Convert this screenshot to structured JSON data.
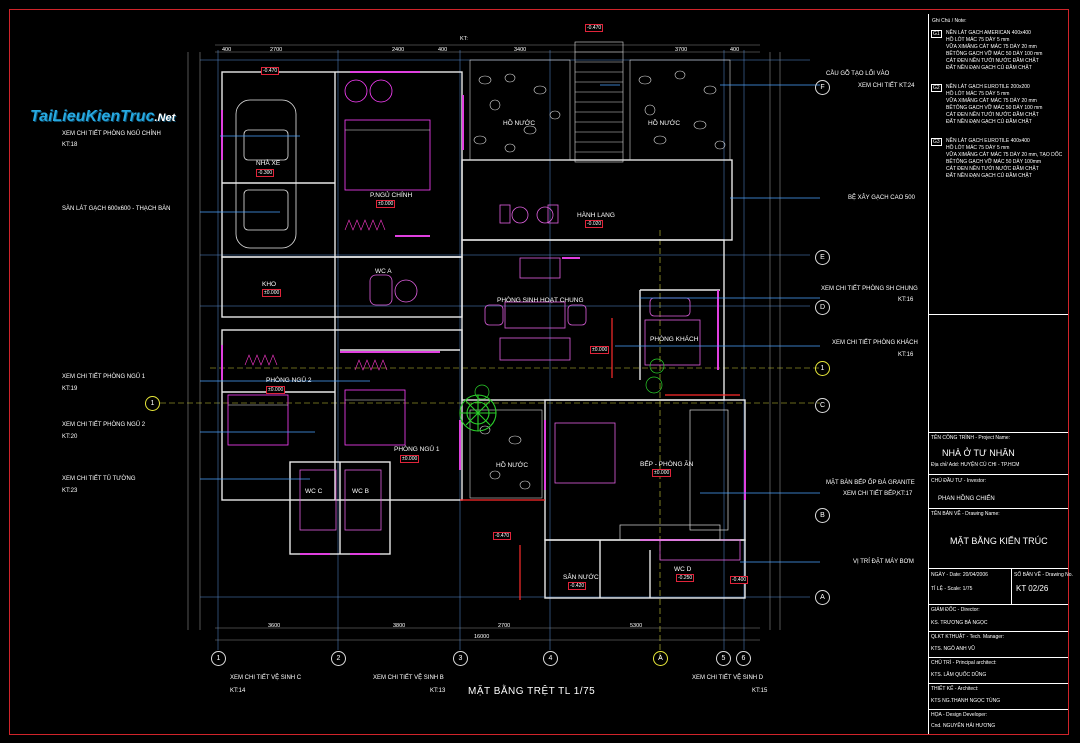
{
  "logo": {
    "text": "TaiLieuKienTruc",
    "suffix": ".Net"
  },
  "plan_title": "MẶT BẰNG TRỆT  TL 1/75",
  "left_refs": [
    {
      "title": "XEM CHI TIẾT PHÒNG NGỦ CHÍNH",
      "kt": "KT:18"
    },
    {
      "title": "SÀN LÁT GẠCH 600x600 - THẠCH BÀN",
      "kt": ""
    },
    {
      "title": "XEM CHI TIẾT PHÒNG NGỦ 1",
      "kt": "KT:19"
    },
    {
      "title": "XEM CHI TIẾT PHÒNG NGỦ 2",
      "kt": "KT:20"
    },
    {
      "title": "XEM CHI TIẾT TỦ TƯỜNG",
      "kt": "KT:23"
    }
  ],
  "right_refs": [
    {
      "title": "CẦU GỖ TẠO LỐI VÀO",
      "kt": ""
    },
    {
      "title": "XEM CHI TIẾT KT:24",
      "kt": ""
    },
    {
      "title": "BỆ XÂY GẠCH CAO 500",
      "kt": ""
    },
    {
      "title": "XEM CHI TIẾT PHÒNG SH CHUNG",
      "kt": "KT:16"
    },
    {
      "title": "XEM CHI TIẾT PHÒNG KHÁCH",
      "kt": "KT:16"
    },
    {
      "title": "MẶT BÀN BẾP ỐP ĐÁ GRANITE",
      "kt": ""
    },
    {
      "title": "XEM CHI TIẾT BẾP,KT:17",
      "kt": ""
    },
    {
      "title": "VỊ TRÍ ĐẶT MÁY BƠM",
      "kt": ""
    }
  ],
  "bottom_refs": [
    {
      "title": "XEM CHI TIẾT VỆ SINH C",
      "kt": "KT:14"
    },
    {
      "title": "XEM CHI TIẾT VỆ SINH B",
      "kt": "KT:13"
    },
    {
      "title": "XEM CHI TIẾT VỆ SINH D",
      "kt": "KT:15"
    }
  ],
  "rooms": {
    "garage": "NHÀ XE",
    "master": "P.NGỦ CHÍNH",
    "wca": "WC A",
    "storage": "KHO",
    "bed2": "PHÒNG NGỦ 2",
    "bed1": "PHÒNG NGỦ 1",
    "wcc": "WC C",
    "wcb": "WC B",
    "pond1": "HỒ NƯỚC",
    "pond2": "HỒ NƯỚC",
    "corridor": "HÀNH LANG",
    "living": "PHÒNG SINH HOẠT CHUNG",
    "guest": "PHÒNG KHÁCH",
    "pond3": "HỒ NƯỚC",
    "kitchen": "BẾP - PHÒNG ĂN",
    "yard": "SÂN NƯỚC",
    "wcd": "WC D"
  },
  "levels": [
    "-0.470",
    "-0.300",
    "±0.000",
    "±0.000",
    "±0.000",
    "±0.000",
    "-0.020",
    "±0.000",
    "±0.000",
    "-0.470",
    "-0.420",
    "-0.250",
    "-0.400"
  ],
  "top_dims": [
    "400",
    "2700",
    "2400",
    "400",
    "3400",
    "3700",
    "400"
  ],
  "bottom_dims": [
    "3600",
    "3800",
    "2700",
    "5300",
    "16000"
  ],
  "grid_bottom": [
    "1",
    "2",
    "3",
    "4",
    "A",
    "5",
    "6"
  ],
  "grid_right": [
    "F",
    "E",
    "D",
    "1",
    "C",
    "B",
    "A"
  ],
  "kt_top": "KT:",
  "notes_title": "Ghi Chú / Note:",
  "notes": [
    {
      "code": "G1",
      "lines": [
        "NỀN LÁT GẠCH AMERICAN 400x400",
        "HỒ LÓT MÁC 75 DÀY 5 mm",
        "VỮA XIMĂNG CÁT MÁC 75 DÀY 20 mm",
        "BÊTÔNG GẠCH VỠ MÁC 50 DÀY 100 mm",
        "CÁT ĐEN NỀN TƯỚI NƯỚC ĐẦM CHẶT",
        "ĐẤT NỀN ĐẠN GẠCH CỦ ĐẦM CHẶT"
      ]
    },
    {
      "code": "G2",
      "lines": [
        "NỀN LÁT GẠCH EUROTILE 200x200",
        "HỒ LÓT MÁC 75 DÀY 5 mm",
        "VỮA XIMĂNG CÁT MÁC 75 DÀY 20 mm",
        "BÊTÔNG GẠCH VỠ MÁC 50 DÀY 100 mm",
        "CÁT ĐEN NỀN TƯỚI NƯỚC ĐẦM CHẶT",
        "ĐẤT NỀN ĐẠN GẠCH CỦ ĐẦM CHẶT"
      ]
    },
    {
      "code": "G3",
      "lines": [
        "NỀN LÁT GẠCH EUROTILE 400x400",
        "HỒ LÓT MÁC 75 DÀY 5 mm",
        "VỮA XIMĂNG CÁT MÁC 75 DÀY 20 mm, TẠO DỐC",
        "BÊTÔNG GẠCH VỠ MÁC 50 DÀY 100mm",
        "CÁT ĐEN NỀN TƯỚI NƯỚC ĐẦM CHẶT",
        "ĐẤT NỀN ĐẠN GẠCH CỦ ĐẦM CHẶT"
      ]
    }
  ],
  "titleblock": {
    "project_label": "TÊN CÔNG TRÌNH - Project Name:",
    "project": "NHÀ Ở TƯ NHÂN",
    "address": "Địa chỉ/ Add: HUYỆN CỦ CHI - TP.HCM",
    "owner_label": "CHỦ ĐẦU TƯ - Investor:",
    "owner": "PHAN HỒNG CHIẾN",
    "drawing_label": "TÊN BẢN VẼ - Drawing Name:",
    "drawing": "MẶT BẰNG KIẾN TRÚC",
    "date_label": "NGÀY - Date: 20/04/2006",
    "scale_label": "TỈ LỆ - Scale: 1/75",
    "sheet_label": "SỐ BẢN VẼ - Drawing No.",
    "sheet": "KT 02/26",
    "director_label": "GIÁM ĐỐC - Director:",
    "director": "KS. TRƯƠNG BÁ NGỌC",
    "manager_label": "QLKT KTHUẬT - Tech. Manager:",
    "manager": "KTS. NGÔ ANH VŨ",
    "principal_label": "CHỦ TRÌ - Principal architect:",
    "principal": "KTS. LÂM QUỐC DŨNG",
    "architect_label": "THIẾT KẾ - Architect:",
    "architect": "KTS NG.THANH NGỌC TÙNG",
    "developer_label": "HỌA - Design Developer:",
    "developer": "Cnd. NGUYỄN HẢI HƯƠNG"
  }
}
